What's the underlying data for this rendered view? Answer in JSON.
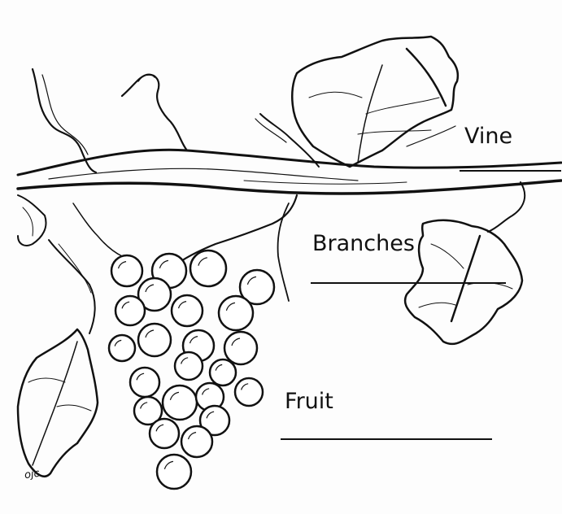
{
  "labels": {
    "vine": "Vine",
    "branches": "Branches",
    "fruit": "Fruit"
  },
  "signature": "ojc",
  "colors": {
    "ink": "#111111",
    "paper": "#fdfdfd"
  }
}
